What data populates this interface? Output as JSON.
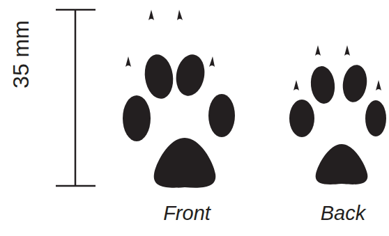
{
  "diagram": {
    "labels": [
      "35 mm",
      "Front",
      "Back"
    ]
  }
}
